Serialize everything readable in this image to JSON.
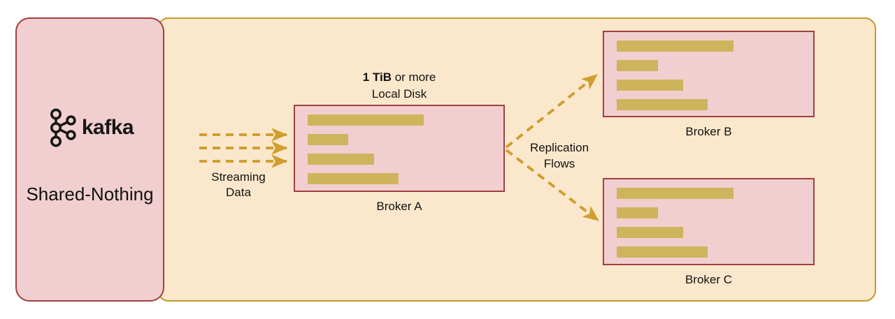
{
  "diagram": {
    "panel": {
      "wordmark": "kafka",
      "label": "Shared-Nothing"
    },
    "streaming": {
      "line1": "Streaming",
      "line2": "Data"
    },
    "disk_note": {
      "emph": "1 TiB",
      "rest": " or more",
      "line2": "Local Disk"
    },
    "replication": {
      "line1": "Replication",
      "line2": "Flows"
    },
    "brokers": [
      {
        "label": "Broker A",
        "bars": [
          166,
          58,
          95,
          130
        ]
      },
      {
        "label": "Broker B",
        "bars": [
          167,
          59,
          95,
          130
        ]
      },
      {
        "label": "Broker C",
        "bars": [
          167,
          59,
          95,
          130
        ]
      }
    ],
    "colors": {
      "outer_fill": "#FBE8CC",
      "outer_border": "#C9992E",
      "box_fill": "#F1CFD0",
      "box_border": "#A13F3F",
      "bar_fill": "#CEB45C",
      "arrow": "#CF9F30",
      "logo": "#161616",
      "text": "#111111"
    }
  }
}
